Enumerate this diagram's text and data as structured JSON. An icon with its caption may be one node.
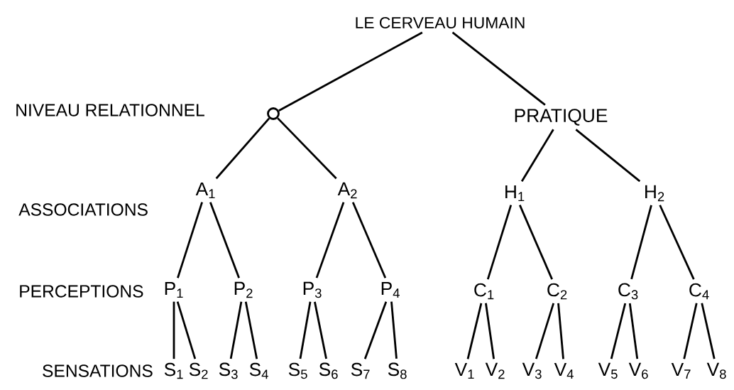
{
  "diagram": {
    "nodes": [
      {
        "text": [
          "LE CERVEAU HUMAIN"
        ]
      },
      {
        "text": [],
        "shape": "circle"
      },
      {
        "text": [
          "PRATIQUE"
        ]
      },
      {
        "text": [
          "A$_{1}$"
        ]
      },
      {
        "text": [
          "A$_{2}$"
        ]
      },
      {
        "text": [
          "H$_{1}$"
        ]
      },
      {
        "text": [
          "H$_{2}$"
        ]
      },
      {
        "text": [
          "P$_{1}$"
        ]
      },
      {
        "text": [
          "P$_{2}$"
        ]
      },
      {
        "text": [
          "P$_{3}$"
        ]
      },
      {
        "text": [
          "P$_{4}$"
        ]
      },
      {
        "text": [
          "C$_{1}$"
        ]
      },
      {
        "text": [
          "C$_{2}$"
        ]
      },
      {
        "text": [
          "C$_{3}$"
        ]
      },
      {
        "text": [
          "C$_{4}$"
        ]
      },
      {
        "text": [
          "S$_{1}$"
        ]
      },
      {
        "text": [
          "S$_{2}$"
        ]
      },
      {
        "text": [
          "S$_{3}$"
        ]
      },
      {
        "text": [
          "S$_{4}$"
        ]
      },
      {
        "text": [
          "S$_{5}$"
        ]
      },
      {
        "text": [
          "S$_{6}$"
        ]
      },
      {
        "text": [
          "S$_{7}$"
        ]
      },
      {
        "text": [
          "S$_{8}$"
        ]
      },
      {
        "text": [
          "V$_{1}$"
        ]
      },
      {
        "text": [
          "V$_{2}$"
        ]
      },
      {
        "text": [
          "V$_{3}$"
        ]
      },
      {
        "text": [
          "V$_{4}$"
        ]
      },
      {
        "text": [
          "V$_{5}$"
        ]
      },
      {
        "text": [
          "V$_{6}$"
        ]
      },
      {
        "text": [
          "V$_{7}$"
        ]
      },
      {
        "text": [
          "V$_{8}$"
        ]
      }
    ],
    "edges": [
      {
        "from": 0,
        "to": 1,
        "arrow": "none"
      },
      {
        "from": 0,
        "to": 2,
        "arrow": "none"
      },
      {
        "from": 1,
        "to": 3,
        "arrow": "none"
      },
      {
        "from": 1,
        "to": 4,
        "arrow": "none"
      },
      {
        "from": 2,
        "to": 5,
        "arrow": "none"
      },
      {
        "from": 2,
        "to": 6,
        "arrow": "none"
      },
      {
        "from": 3,
        "to": 7,
        "arrow": "none"
      },
      {
        "from": 3,
        "to": 8,
        "arrow": "none"
      },
      {
        "from": 4,
        "to": 9,
        "arrow": "none"
      },
      {
        "from": 4,
        "to": 10,
        "arrow": "none"
      },
      {
        "from": 5,
        "to": 11,
        "arrow": "none"
      },
      {
        "from": 5,
        "to": 12,
        "arrow": "none"
      },
      {
        "from": 6,
        "to": 13,
        "arrow": "none"
      },
      {
        "from": 6,
        "to": 14,
        "arrow": "none"
      },
      {
        "from": 7,
        "to": 15,
        "arrow": "none"
      },
      {
        "from": 7,
        "to": 16,
        "arrow": "none"
      },
      {
        "from": 8,
        "to": 17,
        "arrow": "none"
      },
      {
        "from": 8,
        "to": 18,
        "arrow": "none"
      },
      {
        "from": 9,
        "to": 19,
        "arrow": "none"
      },
      {
        "from": 9,
        "to": 20,
        "arrow": "none"
      },
      {
        "from": 10,
        "to": 21,
        "arrow": "none"
      },
      {
        "from": 10,
        "to": 22,
        "arrow": "none"
      },
      {
        "from": 11,
        "to": 23,
        "arrow": "none"
      },
      {
        "from": 11,
        "to": 24,
        "arrow": "none"
      },
      {
        "from": 12,
        "to": 25,
        "arrow": "none"
      },
      {
        "from": 12,
        "to": 26,
        "arrow": "none"
      },
      {
        "from": 13,
        "to": 27,
        "arrow": "none"
      },
      {
        "from": 13,
        "to": 28,
        "arrow": "none"
      },
      {
        "from": 14,
        "to": 29,
        "arrow": "none"
      },
      {
        "from": 14,
        "to": 30,
        "arrow": "none"
      }
    ],
    "labels": [
      "NIVEAU RELATIONNEL",
      "ASSOCIATIONS",
      "PERCEPTIONS",
      "SENSATIONS"
    ]
  }
}
